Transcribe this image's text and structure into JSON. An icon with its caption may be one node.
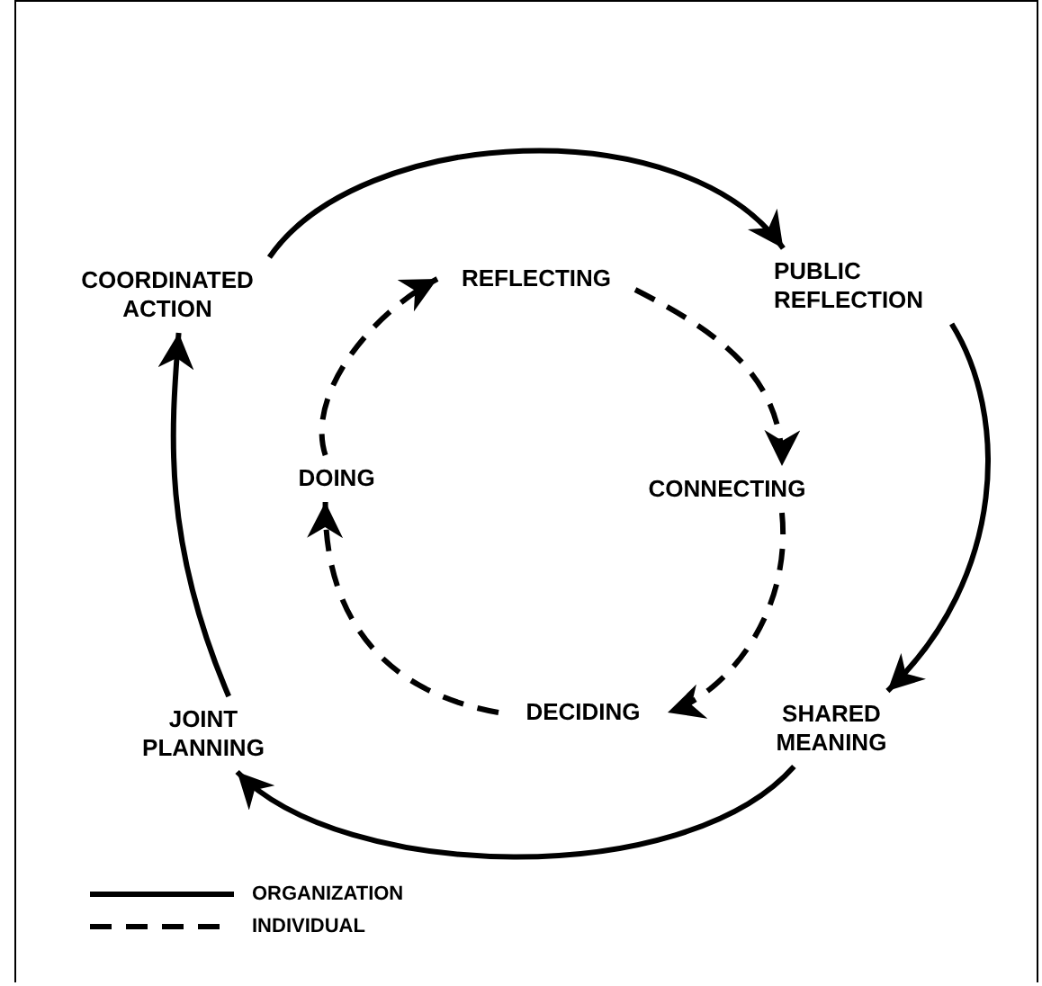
{
  "diagram": {
    "nodes": [
      {
        "text": [
          "COORDINATED ACTION"
        ]
      },
      {
        "text": [
          "PUBLIC REFLECTION"
        ]
      },
      {
        "text": [
          "SHARED MEANING"
        ]
      },
      {
        "text": [
          "JOINT PLANNING"
        ]
      },
      {
        "text": [
          "REFLECTING"
        ]
      },
      {
        "text": [
          "CONNECTING"
        ]
      },
      {
        "text": [
          "DECIDING"
        ]
      },
      {
        "text": [
          "DOING"
        ]
      }
    ],
    "edges": [
      {
        "from": 0,
        "to": 1,
        "arrow": "to"
      },
      {
        "from": 1,
        "to": 2,
        "arrow": "to"
      },
      {
        "from": 2,
        "to": 3,
        "arrow": "to"
      },
      {
        "from": 3,
        "to": 0,
        "arrow": "to"
      },
      {
        "from": 4,
        "to": 5,
        "arrow": "to",
        "style": "dashed"
      },
      {
        "from": 5,
        "to": 6,
        "arrow": "to",
        "style": "dashed"
      },
      {
        "from": 6,
        "to": 7,
        "arrow": "to",
        "style": "dashed"
      },
      {
        "from": 7,
        "to": 4,
        "arrow": "to",
        "style": "dashed"
      }
    ],
    "legend": [
      {
        "text": "ORGANIZATION"
      },
      {
        "text": "INDIVIDUAL"
      }
    ]
  }
}
